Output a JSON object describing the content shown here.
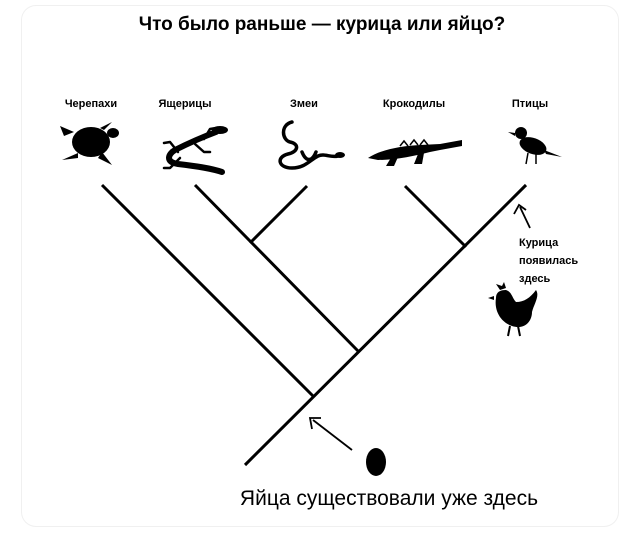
{
  "title": "Что было раньше — курица или яйцо?",
  "taxa": {
    "turtles": "Черепахи",
    "lizards": "Ящерицы",
    "snakes": "Змеи",
    "crocodiles": "Крокодилы",
    "birds": "Птицы"
  },
  "chicken_note": {
    "line1": "Курица",
    "line2": "появилась",
    "line3": "здесь"
  },
  "egg_note": "Яйца существовали уже здесь"
}
